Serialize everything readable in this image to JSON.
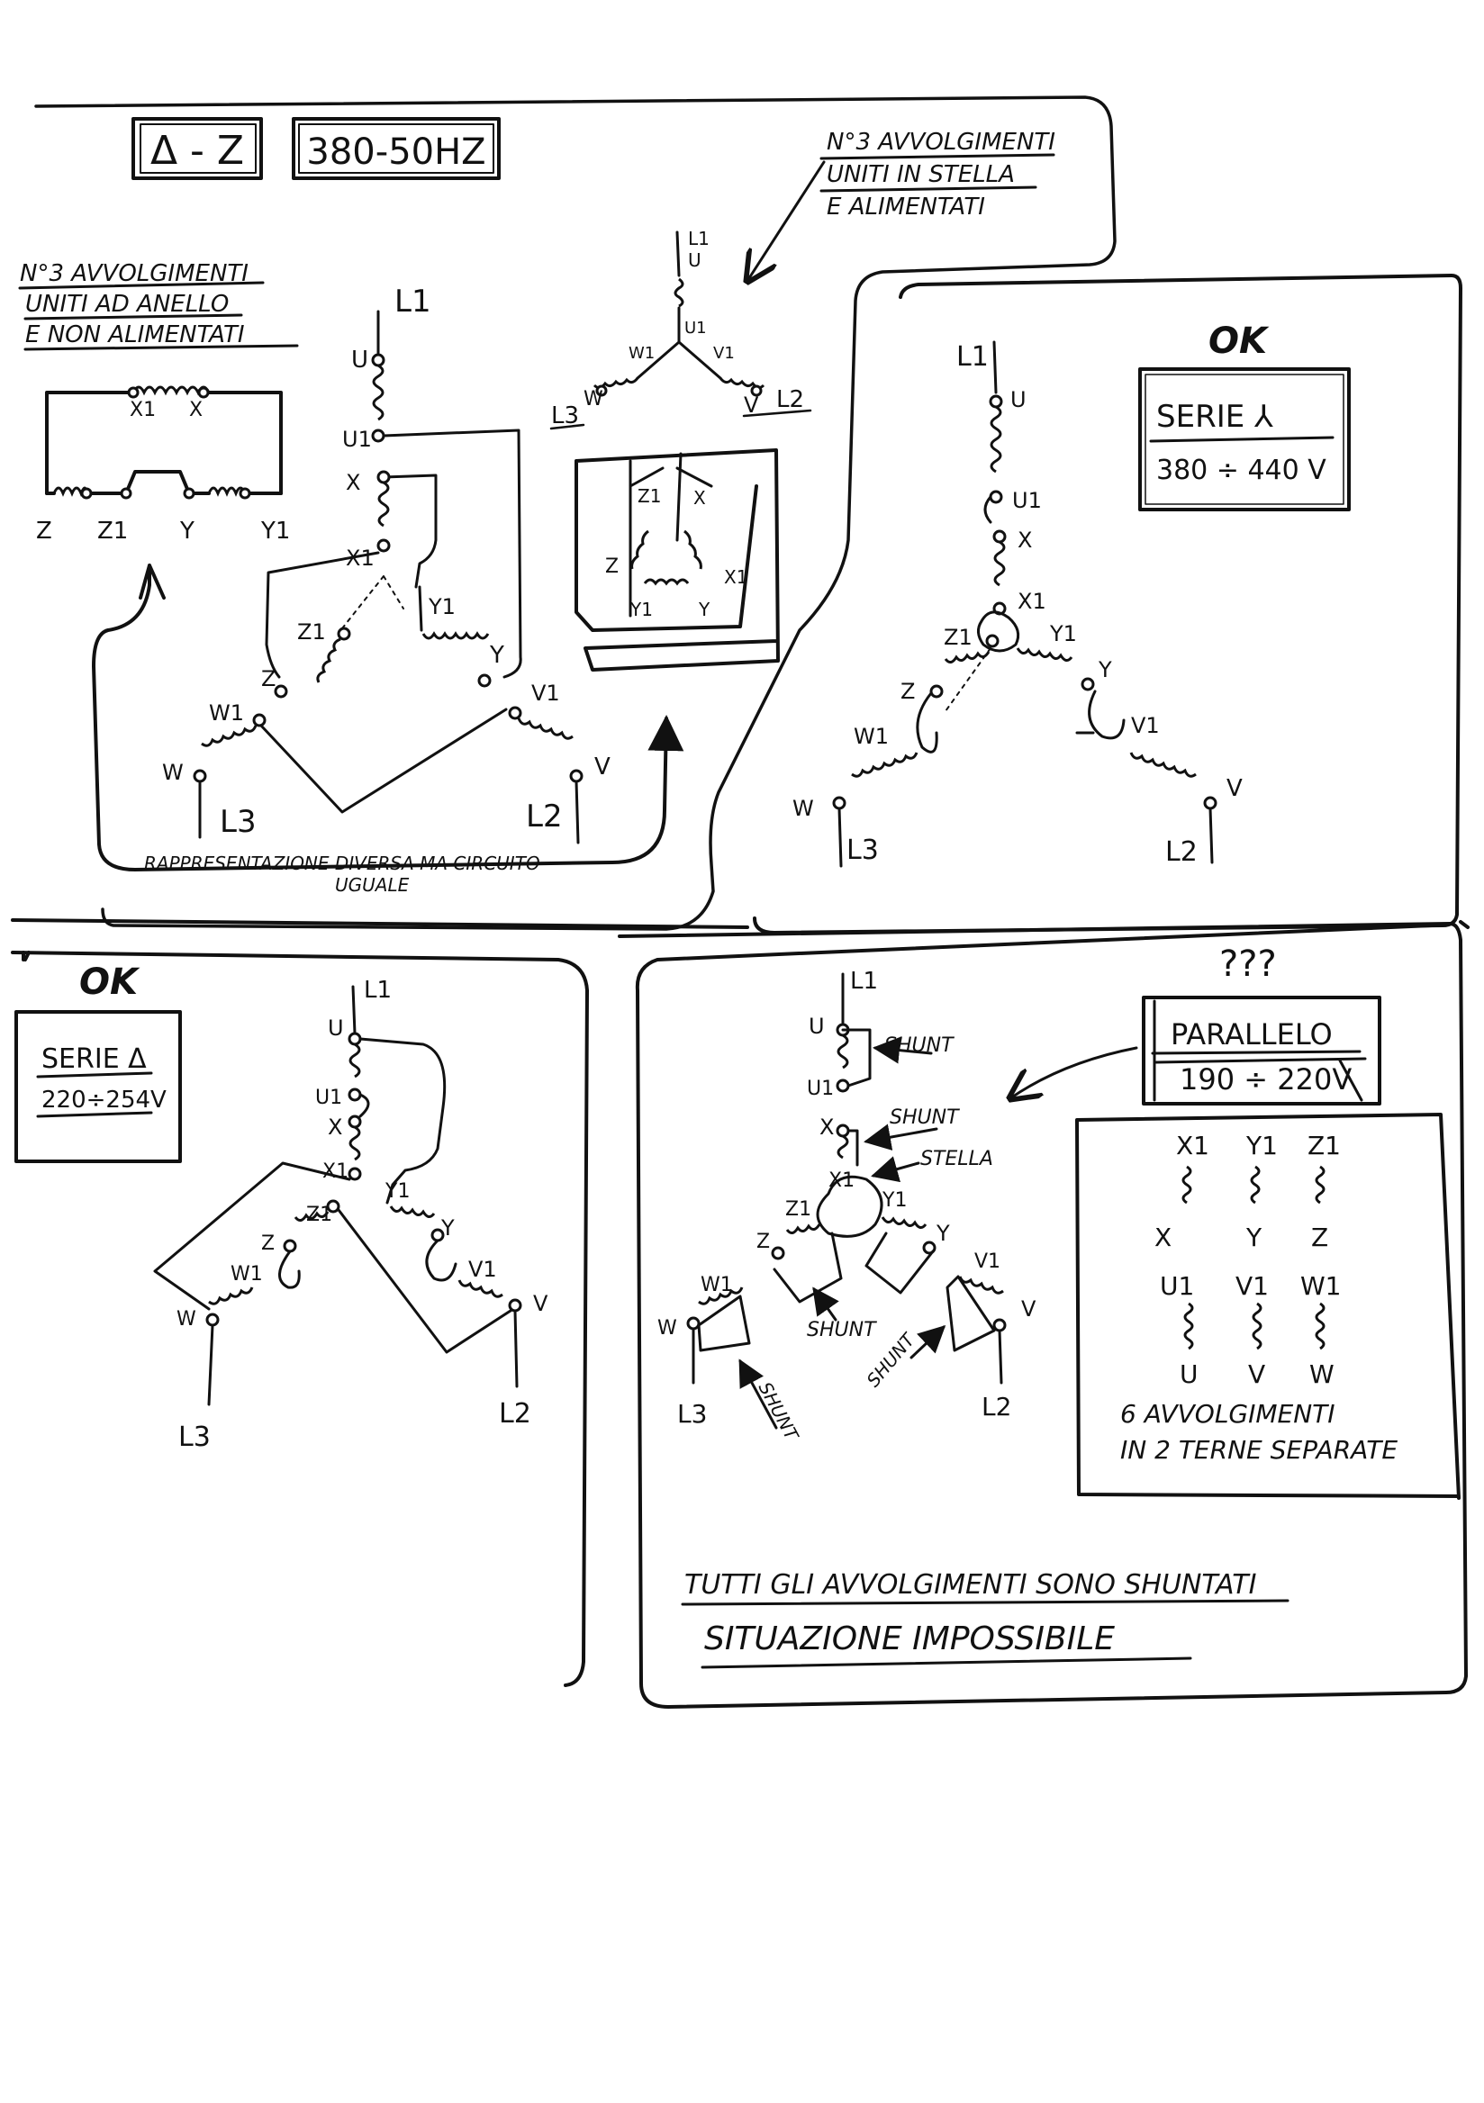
{
  "header": {
    "connection": "Δ - Z",
    "supply": "380-50HZ",
    "star_note": [
      "N°3 AVVOLGIMENTI",
      "UNITI IN STELLA",
      "E ALIMENTATI"
    ],
    "ring_note": [
      "N°3 AVVOLGIMENTI",
      "UNITI AD ANELLO",
      "E NON ALIMENTATI"
    ]
  },
  "ring": {
    "labels": [
      "X1",
      "X",
      "Z",
      "Z1",
      "Y",
      "Y1"
    ]
  },
  "q1": {
    "terminals": [
      "L1",
      "U",
      "U1",
      "X",
      "X1",
      "Y1",
      "Y",
      "Z1",
      "Z",
      "W1",
      "W",
      "V1",
      "V",
      "L3",
      "L2"
    ],
    "caption": [
      "RAPPRESENTAZIONE DIVERSA MA CIRCUITO",
      "UGUALE"
    ]
  },
  "star_mini": {
    "labels": [
      "L1",
      "U",
      "U1",
      "W1",
      "V1",
      "L3",
      "W",
      "V",
      "L2",
      "Z1",
      "X",
      "Z",
      "X1",
      "Y1",
      "Y"
    ]
  },
  "q2": {
    "ok": "OK",
    "box": [
      "SERIE ⅄",
      "380 ÷ 440 V"
    ],
    "terminals": [
      "L1",
      "U",
      "U1",
      "X",
      "X1",
      "Y1",
      "Z1",
      "Z",
      "Y",
      "W1",
      "V1",
      "W",
      "V",
      "L3",
      "L2"
    ]
  },
  "q3": {
    "ok": "OK",
    "box": [
      "SERIE Δ",
      "220÷254V"
    ],
    "terminals": [
      "L1",
      "U",
      "U1",
      "X",
      "X1",
      "Y1",
      "Y",
      "Z1",
      "Z",
      "W1",
      "V1",
      "W",
      "V",
      "L3",
      "L2"
    ]
  },
  "q4": {
    "question": "???",
    "box": [
      "PARALLELO",
      "190 ÷ 220V"
    ],
    "shunt": "SHUNT",
    "stella": "STELLA",
    "terminals": [
      "L1",
      "U",
      "U1",
      "X",
      "X1",
      "Y1",
      "Y",
      "Z1",
      "Z",
      "W1",
      "V1",
      "W",
      "V",
      "L3",
      "L2"
    ],
    "separate": {
      "top": [
        "X1",
        "Y1",
        "Z1"
      ],
      "mid": [
        "X",
        "Y",
        "Z"
      ],
      "low": [
        "U1",
        "V1",
        "W1"
      ],
      "bottom": [
        "U",
        "V",
        "W"
      ]
    },
    "separate_note": [
      "6 AVVOLGIMENTI",
      "IN 2 TERNE SEPARATE"
    ],
    "footer": [
      "TUTTI GLI AVVOLGIMENTI SONO SHUNTATI",
      "SITUAZIONE IMPOSSIBILE"
    ]
  }
}
